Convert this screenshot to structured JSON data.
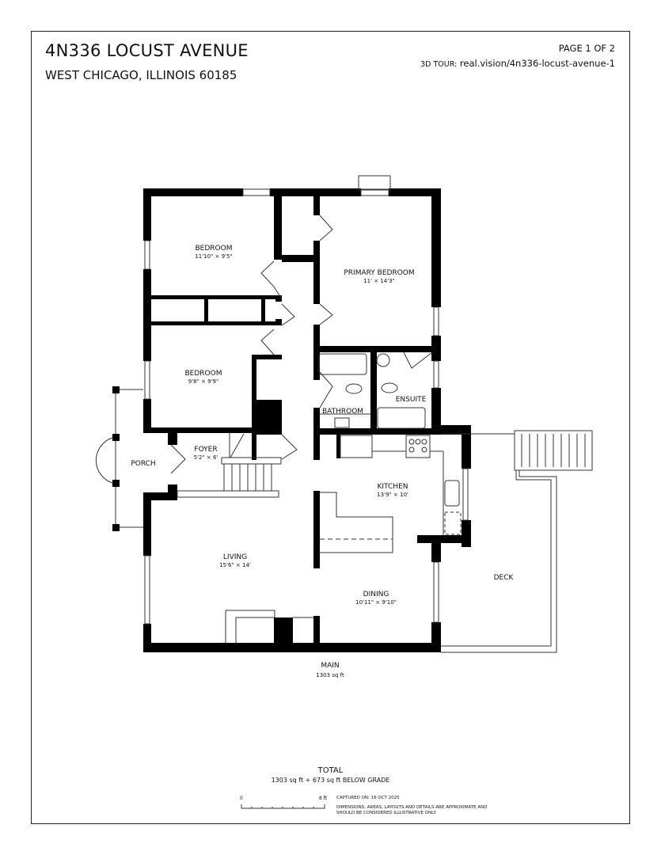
{
  "header": {
    "title": "4N336 LOCUST AVENUE",
    "subtitle": "WEST CHICAGO, ILLINOIS 60185",
    "page": "PAGE 1 OF 2",
    "tour_label": "3D TOUR:",
    "tour_url": "real.vision/4n336-locust-avenue-1"
  },
  "rooms": {
    "bedroom1": {
      "name": "BEDROOM",
      "dims": "11'10\" × 9'5\""
    },
    "primary": {
      "name": "PRIMARY BEDROOM",
      "dims": "11' × 14'3\""
    },
    "bedroom2": {
      "name": "BEDROOM",
      "dims": "9'8\" × 9'9\""
    },
    "bathroom": {
      "name": "BATHROOM"
    },
    "ensuite": {
      "name": "ENSUITE"
    },
    "porch": {
      "name": "PORCH"
    },
    "foyer": {
      "name": "FOYER",
      "dims": "5'2\" × 6'"
    },
    "kitchen": {
      "name": "KITCHEN",
      "dims": "13'9\" × 10'"
    },
    "living": {
      "name": "LIVING",
      "dims": "15'6\" × 14'"
    },
    "dining": {
      "name": "DINING",
      "dims": "10'11\" × 9'10\""
    },
    "deck": {
      "name": "DECK"
    }
  },
  "floor": {
    "name": "MAIN",
    "area": "1303 sq ft"
  },
  "footer": {
    "total_label": "TOTAL",
    "total_value": "1303 sq ft + 673 sq ft BELOW GRADE",
    "scale_start": "0",
    "scale_end": "8 ft",
    "captured": "CAPTURED ON: 16 OCT 2025",
    "disclaimer": "DIMENSIONS, AREAS, LAYOUTS AND DETAILS ARE APPROXIMATE AND SHOULD BE CONSIDERED ILLUSTRATIVE ONLY."
  }
}
